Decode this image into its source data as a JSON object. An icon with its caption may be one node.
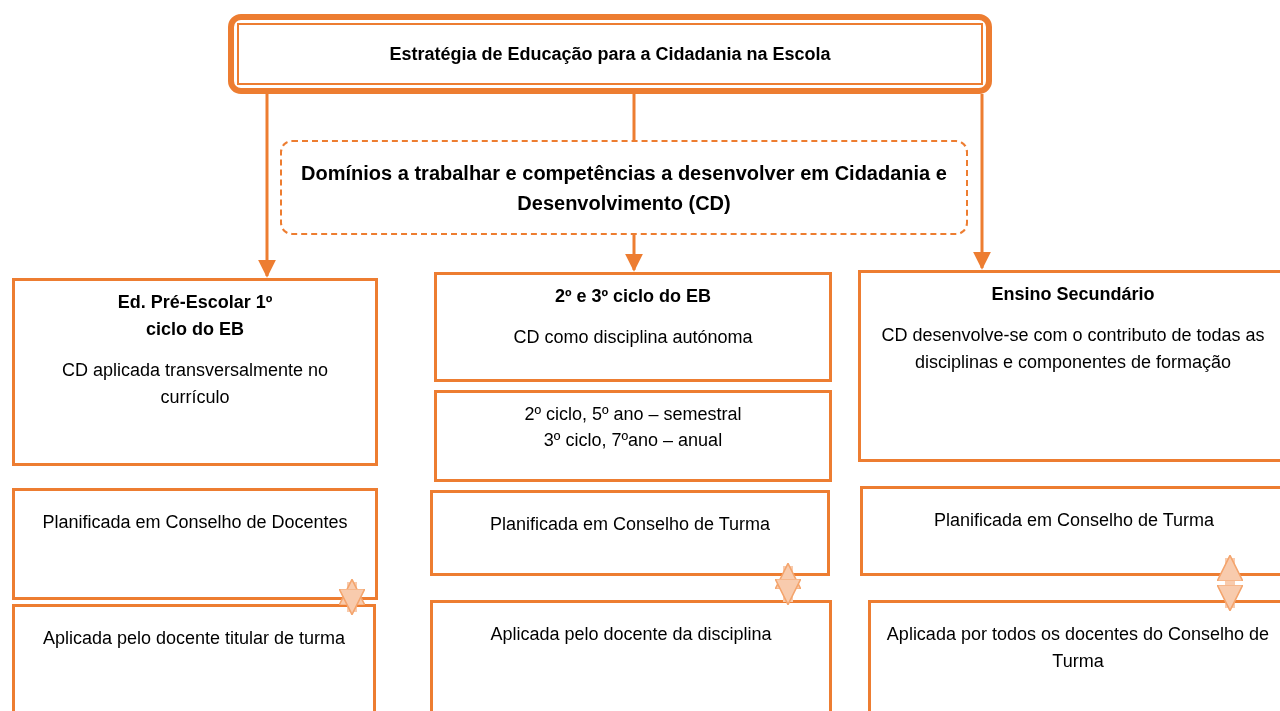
{
  "diagram": {
    "nodes": [
      {
        "text": [
          "Estratégia de Educação para a Cidadania na Escola"
        ]
      },
      {
        "text": [
          "Domínios a trabalhar e competências a desenvolver em Cidadania e Desenvolvimento (CD)"
        ]
      },
      {
        "text": [
          "Ed. Pré-Escolar 1º ciclo do EB",
          "CD aplicada transversalmente no currículo"
        ]
      },
      {
        "text": [
          "2º e 3º ciclo do EB",
          "CD como disciplina autónoma"
        ]
      },
      {
        "text": [
          "Ensino Secundário",
          "CD desenvolve-se com o contributo de todas as disciplinas e componentes de formação"
        ]
      },
      {
        "text": [
          "2º ciclo, 5º ano – semestral",
          "3º ciclo, 7ºano – anual"
        ]
      },
      {
        "text": [
          "Planificada em Conselho de Docentes"
        ]
      },
      {
        "text": [
          "Planificada em Conselho de Turma"
        ]
      },
      {
        "text": [
          "Planificada em Conselho de Turma"
        ]
      },
      {
        "text": [
          "Aplicada pelo docente titular de turma"
        ]
      },
      {
        "text": [
          "Aplicada pelo docente da disciplina"
        ]
      },
      {
        "text": [
          "Aplicada por todos os docentes do Conselho de Turma"
        ]
      }
    ],
    "edges": [
      {
        "from": 0,
        "to": 2,
        "arrow": "to"
      },
      {
        "from": 0,
        "to": 1,
        "arrow": "none"
      },
      {
        "from": 1,
        "to": 3,
        "arrow": "to"
      },
      {
        "from": 0,
        "to": 4,
        "arrow": "to"
      },
      {
        "from": 6,
        "to": 9,
        "arrow": "both",
        "style": "thick",
        "color": "#f8cbad"
      },
      {
        "from": 7,
        "to": 10,
        "arrow": "both",
        "style": "thick",
        "color": "#f8cbad"
      },
      {
        "from": 8,
        "to": 11,
        "arrow": "both",
        "style": "thick",
        "color": "#f8cbad"
      }
    ]
  }
}
